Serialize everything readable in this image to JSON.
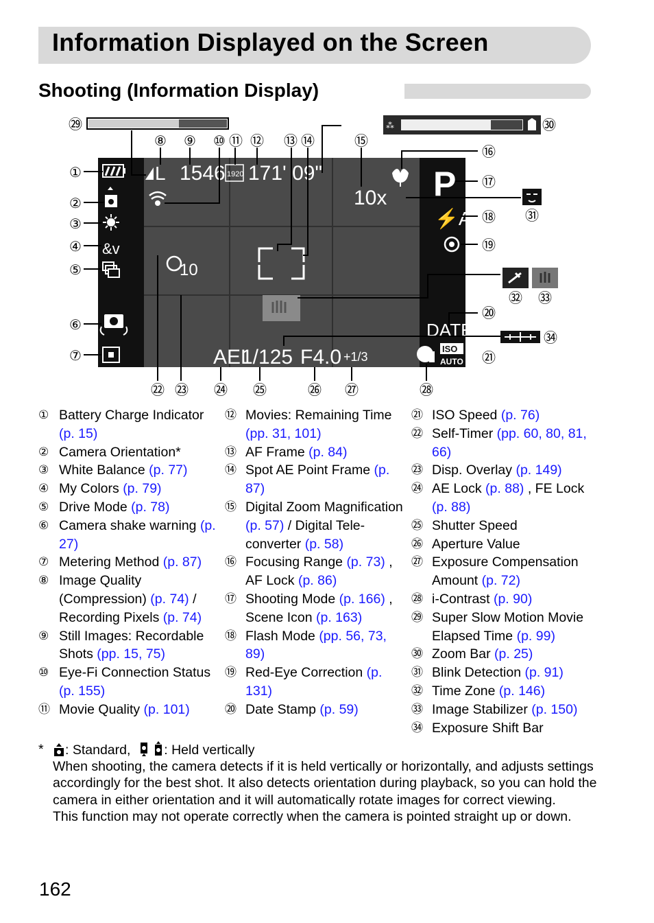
{
  "title": "Information Displayed on the Screen",
  "subtitle": "Shooting (Information Display)",
  "screen": {
    "quality_letter": "L",
    "shots": "1546",
    "movie_quality": "1920",
    "time": "171' 09\"",
    "zoom": "10x",
    "mode": "P",
    "flash": "⚡A",
    "date": "DATE",
    "ael": "AEL",
    "shutter": "1/125",
    "aperture": "F4.0",
    "exposure": "+1/3",
    "iso_top": "ISO",
    "iso_bottom": "AUTO"
  },
  "callouts": [
    "①",
    "②",
    "③",
    "④",
    "⑤",
    "⑥",
    "⑦",
    "⑧",
    "⑨",
    "⑩",
    "⑪",
    "⑫",
    "⑬",
    "⑭",
    "⑮",
    "⑯",
    "⑰",
    "⑱",
    "⑲",
    "⑳",
    "㉑",
    "㉒",
    "㉓",
    "㉔",
    "㉕",
    "㉖",
    "㉗",
    "㉘",
    "㉙",
    "㉚",
    "㉛",
    "㉜",
    "㉝",
    "㉞"
  ],
  "legend_col1": [
    {
      "num": "①",
      "text": "Battery Charge Indicator",
      "ref": "(p. 15)"
    },
    {
      "num": "②",
      "text": "Camera Orientation*"
    },
    {
      "num": "③",
      "text": "White Balance",
      "ref": "(p. 77)"
    },
    {
      "num": "④",
      "text": "My Colors",
      "ref": "(p. 79)"
    },
    {
      "num": "⑤",
      "text": "Drive Mode",
      "ref": "(p. 78)"
    },
    {
      "num": "⑥",
      "text": "Camera shake warning",
      "ref": "(p. 27)"
    },
    {
      "num": "⑦",
      "text": "Metering Method",
      "ref": "(p. 87)"
    },
    {
      "num": "⑧",
      "text": "Image Quality (Compression)",
      "ref": "(p. 74)",
      "text2": "/ Recording Pixels",
      "ref2": "(p. 74)"
    },
    {
      "num": "⑨",
      "text": "Still Images: Recordable Shots",
      "ref": "(pp. 15, 75)"
    },
    {
      "num": "⑩",
      "text": "Eye-Fi Connection Status",
      "ref": "(p. 155)"
    },
    {
      "num": "⑪",
      "text": "Movie Quality",
      "ref": "(p. 101)"
    }
  ],
  "legend_col2": [
    {
      "num": "⑫",
      "text": "Movies: Remaining Time",
      "ref": "(pp. 31, 101)"
    },
    {
      "num": "⑬",
      "text": "AF Frame",
      "ref": "(p. 84)"
    },
    {
      "num": "⑭",
      "text": "Spot AE Point Frame",
      "ref": "(p. 87)"
    },
    {
      "num": "⑮",
      "text": "Digital Zoom Magnification",
      "ref": "(p. 57)",
      "text2": "/ Digital Tele-converter",
      "ref2": "(p. 58)"
    },
    {
      "num": "⑯",
      "text": "Focusing Range",
      "ref": "(p. 73)",
      "text2": ", AF Lock",
      "ref2": "(p. 86)"
    },
    {
      "num": "⑰",
      "text": "Shooting Mode",
      "ref": "(p. 166)",
      "text2": ", Scene Icon",
      "ref2": "(p. 163)"
    },
    {
      "num": "⑱",
      "text": "Flash Mode",
      "ref": "(pp. 56, 73, 89)"
    },
    {
      "num": "⑲",
      "text": "Red-Eye Correction",
      "ref": "(p. 131)"
    },
    {
      "num": "⑳",
      "text": "Date Stamp",
      "ref": "(p. 59)"
    }
  ],
  "legend_col3": [
    {
      "num": "㉑",
      "text": "ISO Speed",
      "ref": "(p. 76)"
    },
    {
      "num": "㉒",
      "text": "Self-Timer",
      "ref": "(pp. 60, 80, 81, 66)"
    },
    {
      "num": "㉓",
      "text": "Disp. Overlay",
      "ref": "(p. 149)"
    },
    {
      "num": "㉔",
      "text": "AE Lock",
      "ref": "(p. 88)",
      "text2": ", FE Lock",
      "ref2": "(p. 88)"
    },
    {
      "num": "㉕",
      "text": "Shutter Speed"
    },
    {
      "num": "㉖",
      "text": "Aperture Value"
    },
    {
      "num": "㉗",
      "text": "Exposure Compensation Amount",
      "ref": "(p. 72)"
    },
    {
      "num": "㉘",
      "text": "i-Contrast",
      "ref": "(p. 90)"
    },
    {
      "num": "㉙",
      "text": "Super Slow Motion Movie Elapsed Time",
      "ref": "(p. 99)"
    },
    {
      "num": "㉚",
      "text": "Zoom Bar",
      "ref": "(p. 25)"
    },
    {
      "num": "㉛",
      "text": "Blink Detection",
      "ref": "(p. 91)"
    },
    {
      "num": "㉜",
      "text": "Time Zone",
      "ref": "(p. 146)"
    },
    {
      "num": "㉝",
      "text": "Image Stabilizer",
      "ref": "(p. 150)"
    },
    {
      "num": "㉞",
      "text": "Exposure Shift Bar"
    }
  ],
  "footnote": {
    "star": "*",
    "line1_a": ": Standard,",
    "line1_b": ": Held vertically",
    "para1": "When shooting, the camera detects if it is held vertically or horizontally, and adjusts settings accordingly for the best shot. It also detects orientation during playback, so you can hold the camera in either orientation and it will automatically rotate images for correct viewing.",
    "para2": "This function may not operate correctly when the camera is pointed straight up or down."
  },
  "page_number": "162"
}
